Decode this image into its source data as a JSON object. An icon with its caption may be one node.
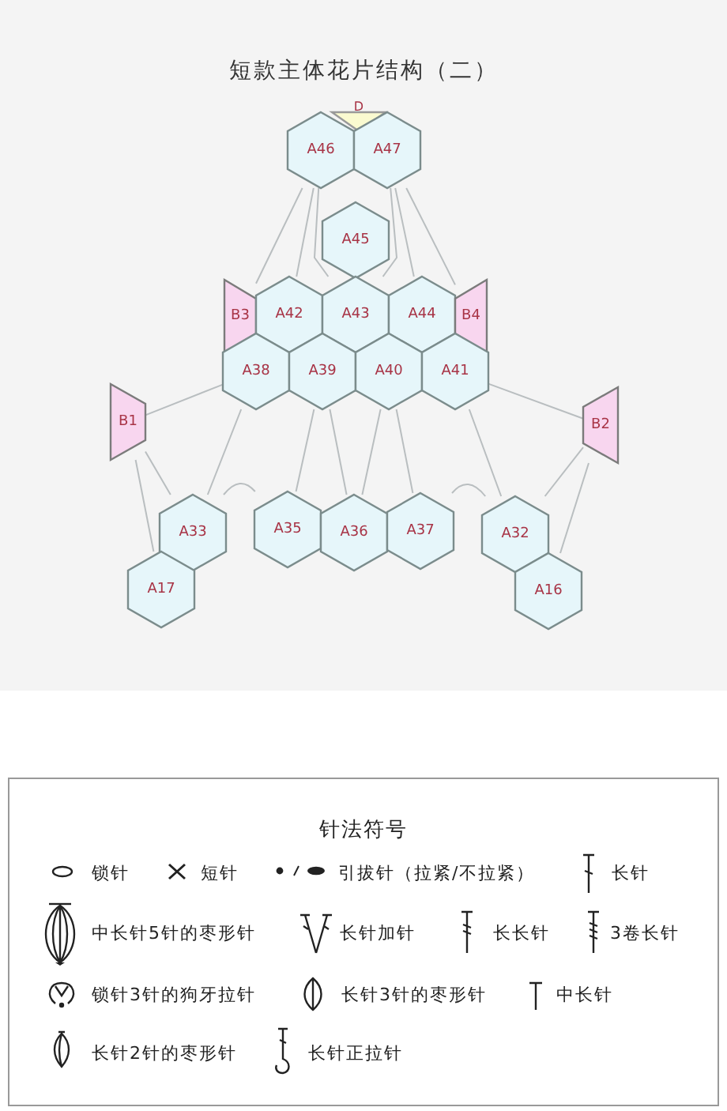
{
  "diagram": {
    "title": "短款主体花片结构（二）",
    "nodes": [
      {
        "text": [
          "D"
        ]
      },
      {
        "text": [
          "A46"
        ]
      },
      {
        "text": [
          "A47"
        ]
      },
      {
        "text": [
          "A45"
        ]
      },
      {
        "text": [
          "B3"
        ]
      },
      {
        "text": [
          "A42"
        ]
      },
      {
        "text": [
          "A43"
        ]
      },
      {
        "text": [
          "A44"
        ]
      },
      {
        "text": [
          "B4"
        ]
      },
      {
        "text": [
          "A38"
        ]
      },
      {
        "text": [
          "A39"
        ]
      },
      {
        "text": [
          "A40"
        ]
      },
      {
        "text": [
          "A41"
        ]
      },
      {
        "text": [
          "B1"
        ]
      },
      {
        "text": [
          "B2"
        ]
      },
      {
        "text": [
          "A33"
        ]
      },
      {
        "text": [
          "A35"
        ]
      },
      {
        "text": [
          "A36"
        ]
      },
      {
        "text": [
          "A37"
        ]
      },
      {
        "text": [
          "A32"
        ]
      },
      {
        "text": [
          "A17"
        ]
      },
      {
        "text": [
          "A16"
        ]
      }
    ],
    "edges": [
      {
        "from": 1,
        "to": 4,
        "arrow": "none"
      },
      {
        "from": 1,
        "to": 5,
        "arrow": "none"
      },
      {
        "from": 1,
        "to": 6,
        "arrow": "none"
      },
      {
        "from": 2,
        "to": 6,
        "arrow": "none"
      },
      {
        "from": 2,
        "to": 7,
        "arrow": "none"
      },
      {
        "from": 2,
        "to": 8,
        "arrow": "none"
      },
      {
        "from": 13,
        "to": 9,
        "arrow": "none"
      },
      {
        "from": 14,
        "to": 12,
        "arrow": "none"
      },
      {
        "from": 9,
        "to": 15,
        "arrow": "none"
      },
      {
        "from": 12,
        "to": 19,
        "arrow": "none"
      },
      {
        "from": 13,
        "to": 15,
        "arrow": "none"
      },
      {
        "from": 13,
        "to": 20,
        "arrow": "none"
      },
      {
        "from": 14,
        "to": 19,
        "arrow": "none"
      },
      {
        "from": 14,
        "to": 21,
        "arrow": "none"
      },
      {
        "from": 10,
        "to": 16,
        "arrow": "none"
      },
      {
        "from": 10,
        "to": 17,
        "arrow": "none"
      },
      {
        "from": 11,
        "to": 17,
        "arrow": "none"
      },
      {
        "from": 11,
        "to": 18,
        "arrow": "none"
      },
      {
        "from": 15,
        "to": 16,
        "arrow": "none"
      },
      {
        "from": 18,
        "to": 19,
        "arrow": "none"
      }
    ],
    "labels": [
      "针法符号"
    ],
    "legend": [
      {
        "text": "锁针"
      },
      {
        "text": "短针"
      },
      {
        "text": "引拔针（拉紧/不拉紧）"
      },
      {
        "text": "长针"
      },
      {
        "text": "中长针5针的枣形针"
      },
      {
        "text": "长针加针"
      },
      {
        "text": "长长针"
      },
      {
        "text": "3卷长针"
      },
      {
        "text": "锁针3针的狗牙拉针"
      },
      {
        "text": "长针3针的枣形针"
      },
      {
        "text": "中长针"
      },
      {
        "text": "长针2针的枣形针"
      },
      {
        "text": "长针正拉针"
      }
    ]
  }
}
